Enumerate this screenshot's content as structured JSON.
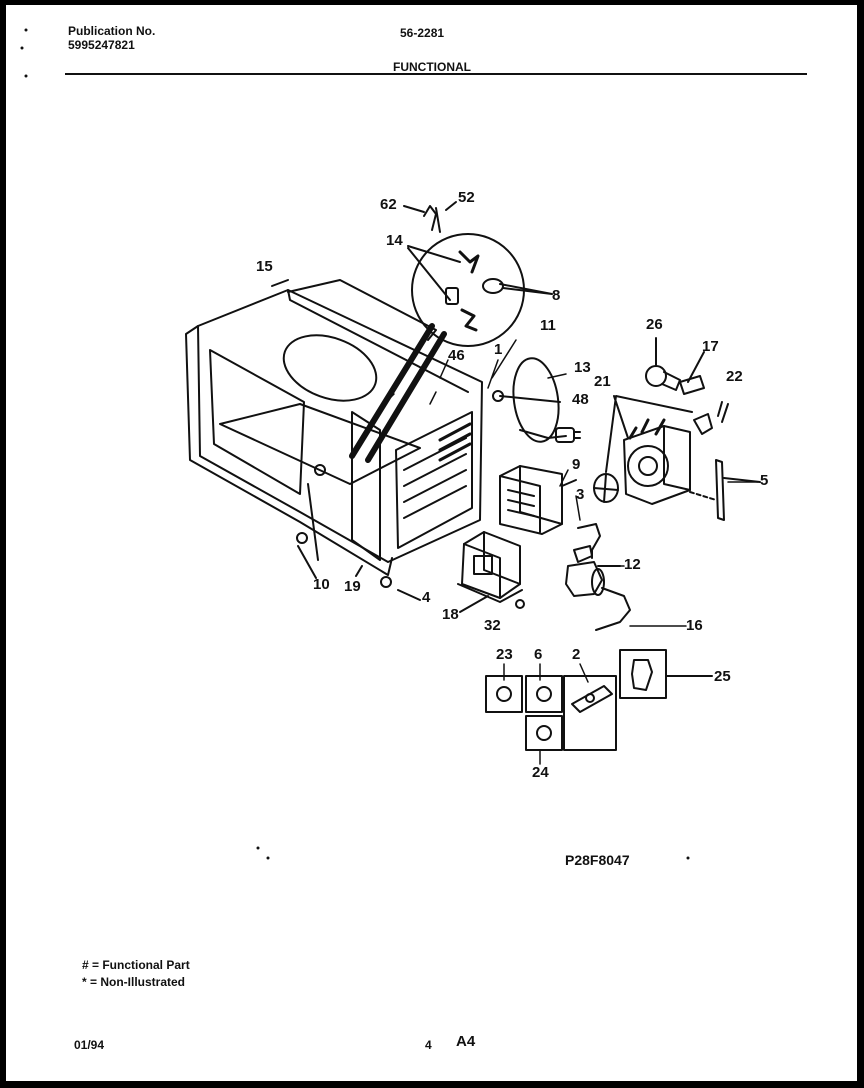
{
  "header": {
    "publication_label": "Publication No.",
    "publication_number": "5995247821",
    "model_code": "56-2281",
    "section_title": "FUNCTIONAL"
  },
  "callouts": {
    "c62": "62",
    "c52": "52",
    "c14": "14",
    "c8": "8",
    "c15": "15",
    "c11": "11",
    "c1": "1",
    "c46": "46",
    "c13": "13",
    "c48": "48",
    "c26": "26",
    "c17": "17",
    "c21": "21",
    "c22": "22",
    "c9": "9",
    "c5": "5",
    "c3": "3",
    "c12": "12",
    "c10": "10",
    "c19": "19",
    "c4": "4",
    "c18": "18",
    "c32": "32",
    "c16": "16",
    "c23": "23",
    "c6": "6",
    "c2": "2",
    "c25": "25",
    "c24": "24"
  },
  "figure_code": "P28F8047",
  "legend": {
    "functional": "# = Functional Part",
    "non_illustrated": "* = Non-Illustrated"
  },
  "footer": {
    "date": "01/94",
    "page_number": "4",
    "sheet_id": "A4"
  }
}
